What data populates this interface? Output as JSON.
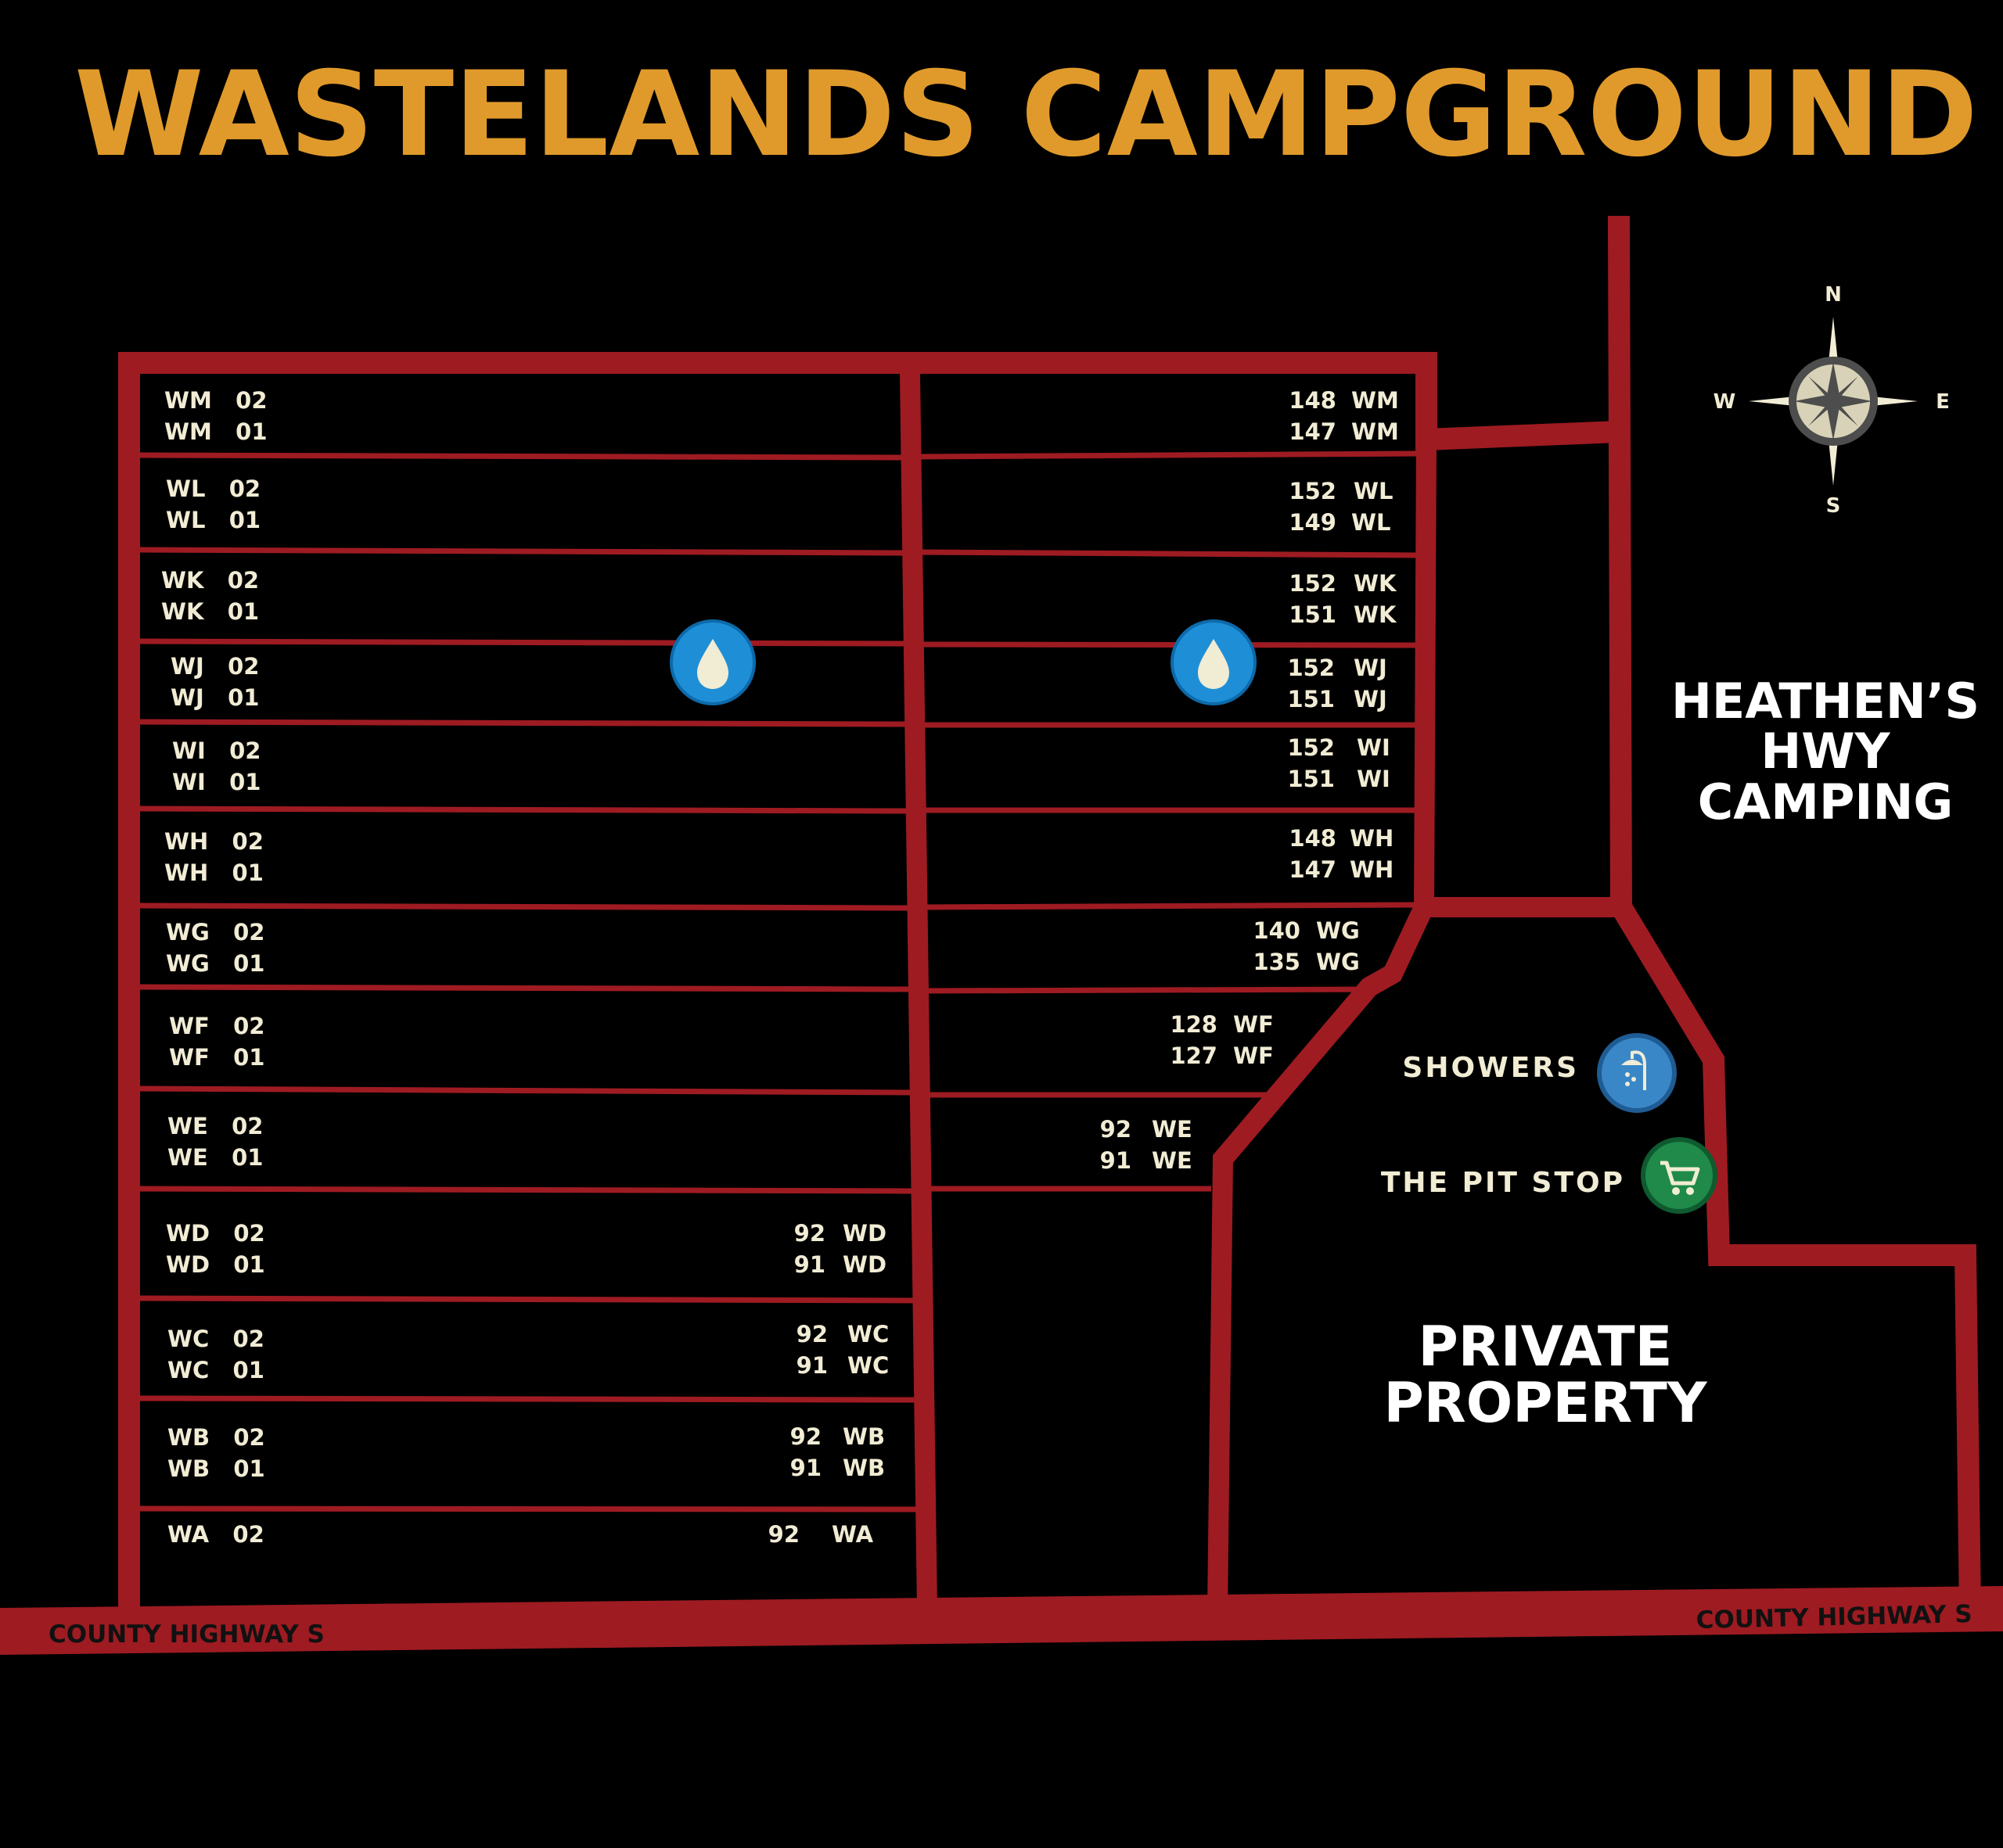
{
  "title": "WASTELANDS CAMPGROUND",
  "colors": {
    "background": "#000000",
    "road": "#9e1b22",
    "title": "#e09a2b",
    "label": "#f1ecd4",
    "water": "#1e8fd6",
    "showers": "#3a87c8",
    "store": "#1f8a4a"
  },
  "compass": {
    "n": "N",
    "s": "S",
    "e": "E",
    "w": "W"
  },
  "areas": {
    "heathens": [
      "HEATHEN’S",
      "HWY",
      "CAMPING"
    ],
    "private": [
      "PRIVATE",
      "PROPERTY"
    ]
  },
  "amenities": {
    "showers": {
      "label": "SHOWERS",
      "icon": "shower-icon"
    },
    "store": {
      "label": "THE PIT STOP",
      "icon": "cart-icon"
    },
    "water": {
      "icon": "water-drop-icon"
    }
  },
  "roads": {
    "highway_left": "COUNTY HIGHWAY S",
    "highway_right": "COUNTY HIGHWAY S"
  },
  "rows_west": [
    {
      "row": "WM",
      "l1": "WM   02",
      "l2": "WM   01"
    },
    {
      "row": "WL",
      "l1": "WL   02",
      "l2": "WL   01"
    },
    {
      "row": "WK",
      "l1": "WK   02",
      "l2": "WK   01"
    },
    {
      "row": "WJ",
      "l1": "WJ   02",
      "l2": "WJ   01"
    },
    {
      "row": "WI",
      "l1": "WI   02",
      "l2": "WI   01"
    },
    {
      "row": "WH",
      "l1": "WH   02",
      "l2": "WH   01"
    },
    {
      "row": "WG",
      "l1": "WG   02",
      "l2": "WG   01"
    },
    {
      "row": "WF",
      "l1": "WF   02",
      "l2": "WF   01"
    },
    {
      "row": "WE",
      "l1": "WE   02",
      "l2": "WE   01"
    },
    {
      "row": "WD",
      "l1": "WD   02",
      "l2": "WD   01"
    },
    {
      "row": "WC",
      "l1": "WC   02",
      "l2": "WC   01"
    },
    {
      "row": "WB",
      "l1": "WB   02",
      "l2": "WB   01"
    },
    {
      "row": "WA",
      "l1": "WA   02"
    }
  ],
  "rows_west_end": [
    {
      "row": "WD",
      "n1": "92",
      "c1": "WD",
      "n2": "91",
      "c2": "WD"
    },
    {
      "row": "WC",
      "n1": "92",
      "c1": "WC",
      "n2": "91",
      "c2": "WC"
    },
    {
      "row": "WB",
      "n1": "92",
      "c1": "WB",
      "n2": "91",
      "c2": "WB"
    },
    {
      "row": "WA",
      "n1": "92",
      "c1": "WA"
    }
  ],
  "rows_east": [
    {
      "row": "WM",
      "n1": "148",
      "c1": "WM",
      "n2": "147",
      "c2": "WM"
    },
    {
      "row": "WL",
      "n1": "152",
      "c1": "WL",
      "n2": "149",
      "c2": "WL"
    },
    {
      "row": "WK",
      "n1": "152",
      "c1": "WK",
      "n2": "151",
      "c2": "WK"
    },
    {
      "row": "WJ",
      "n1": "152",
      "c1": "WJ",
      "n2": "151",
      "c2": "WJ"
    },
    {
      "row": "WI",
      "n1": "152",
      "c1": "WI",
      "n2": "151",
      "c2": "WI"
    },
    {
      "row": "WH",
      "n1": "148",
      "c1": "WH",
      "n2": "147",
      "c2": "WH"
    },
    {
      "row": "WG",
      "n1": "140",
      "c1": "WG",
      "n2": "135",
      "c2": "WG"
    },
    {
      "row": "WF",
      "n1": "128",
      "c1": "WF",
      "n2": "127",
      "c2": "WF"
    },
    {
      "row": "WE",
      "n1": "92",
      "c1": "WE",
      "n2": "91",
      "c2": "WE"
    }
  ]
}
